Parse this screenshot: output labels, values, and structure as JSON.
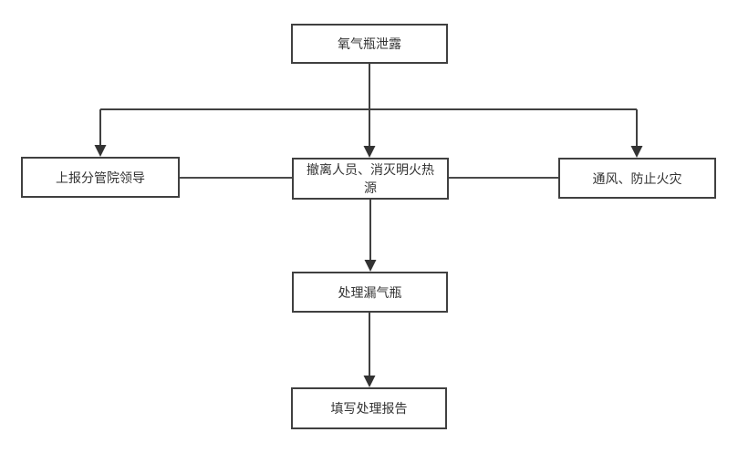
{
  "flowchart": {
    "background_color": "#ffffff",
    "box_border_color": "#404040",
    "connector_color": "#404040",
    "text_color": "#333333",
    "nodes": [
      {
        "id": "oxygen-leak",
        "label": "氧气瓶泄露"
      },
      {
        "id": "report-leaders",
        "label": "上报分管院领导"
      },
      {
        "id": "evacuate",
        "label": "撤离人员、消灭明火热源"
      },
      {
        "id": "ventilate",
        "label": "通风、防止火灾"
      },
      {
        "id": "handle-cylinder",
        "label": "处理漏气瓶"
      },
      {
        "id": "write-report",
        "label": "填写处理报告"
      }
    ],
    "edges": [
      {
        "from": "氧气瓶泄露",
        "to": "上报分管院领导",
        "style": "arrow"
      },
      {
        "from": "氧气瓶泄露",
        "to": "撤离人员、消灭明火热源",
        "style": "arrow"
      },
      {
        "from": "氧气瓶泄露",
        "to": "通风、防止火灾",
        "style": "arrow"
      },
      {
        "from": "上报分管院领导",
        "to": "撤离人员、消灭明火热源",
        "style": "line"
      },
      {
        "from": "撤离人员、消灭明火热源",
        "to": "通风、防止火灾",
        "style": "line"
      },
      {
        "from": "撤离人员、消灭明火热源",
        "to": "处理漏气瓶",
        "style": "arrow"
      },
      {
        "from": "处理漏气瓶",
        "to": "填写处理报告",
        "style": "arrow"
      }
    ]
  }
}
